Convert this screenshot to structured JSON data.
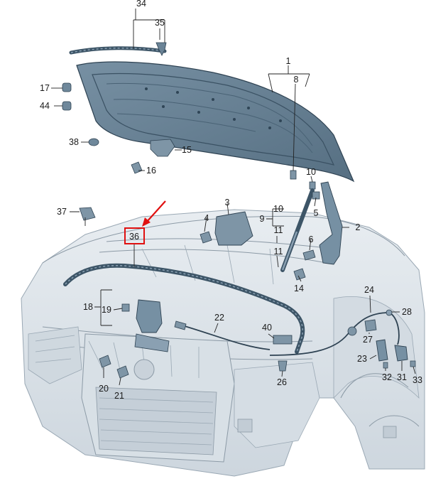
{
  "labels": [
    "34",
    "35",
    "1",
    "8",
    "17",
    "44",
    "38",
    "15",
    "16",
    "10",
    "37",
    "3",
    "4",
    "9",
    "10",
    "11",
    "11",
    "2",
    "6",
    "5",
    "36",
    "14",
    "24",
    "28",
    "18",
    "19",
    "22",
    "40",
    "27",
    "23",
    "32",
    "31",
    "33",
    "20",
    "21",
    "26"
  ],
  "highlight": {
    "label_index": 20,
    "box_color": "#e01010",
    "arrow_color": "#e01010"
  },
  "colors": {
    "part_fill": "#5f7a90",
    "part_dark": "#3d5567",
    "body_fill": "#dfe5ea",
    "body_shade": "#c9d2da",
    "line": "#222222"
  }
}
